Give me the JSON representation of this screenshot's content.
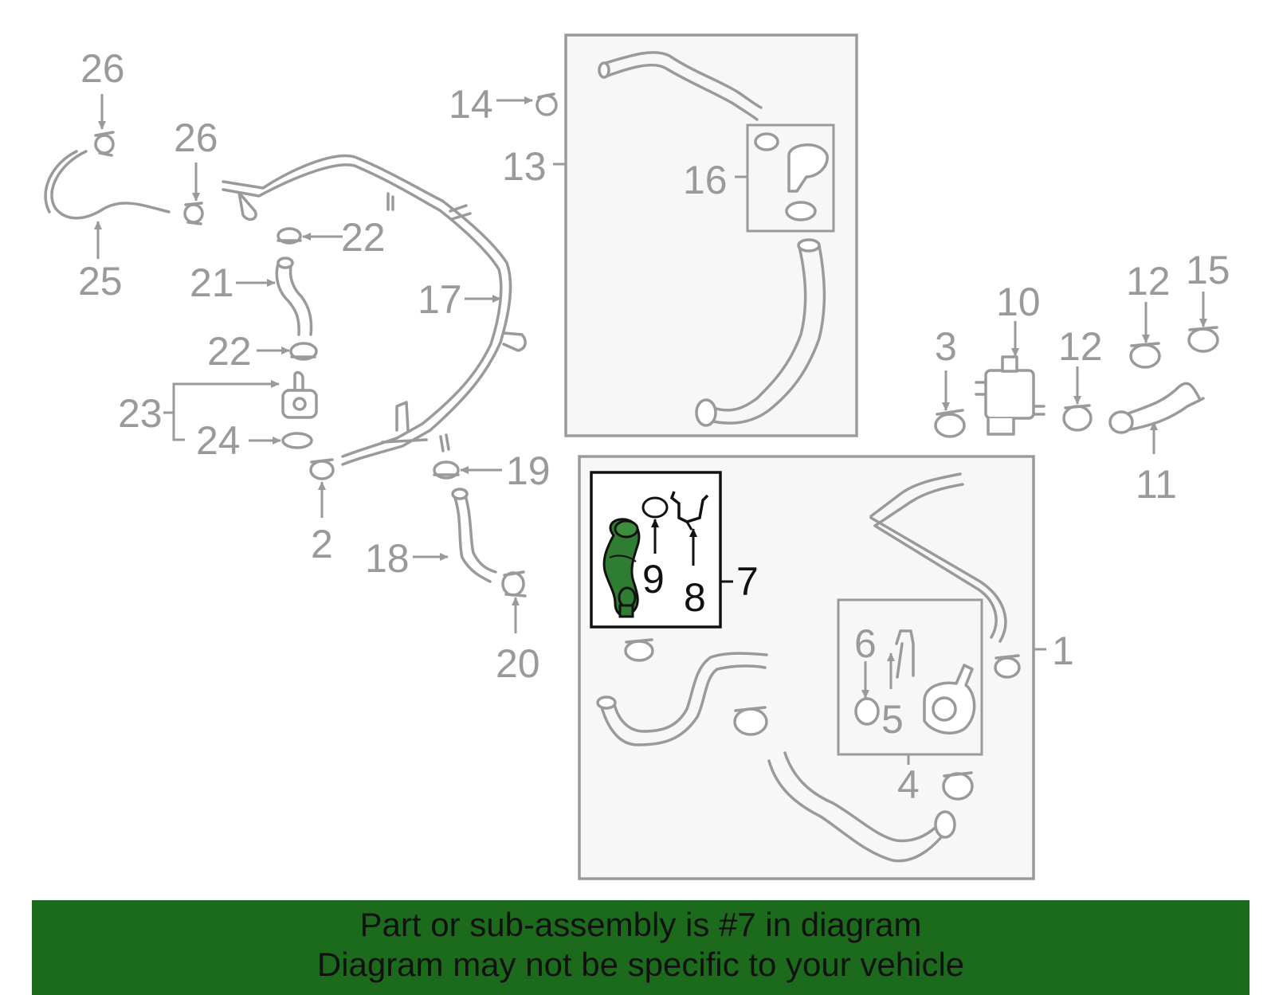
{
  "callouts": {
    "n1": "1",
    "n2": "2",
    "n3": "3",
    "n4": "4",
    "n5": "5",
    "n6": "6",
    "n7": "7",
    "n8": "8",
    "n9": "9",
    "n10": "10",
    "n11": "11",
    "n12a": "12",
    "n12b": "12",
    "n13": "13",
    "n14": "14",
    "n15": "15",
    "n16": "16",
    "n17": "17",
    "n18": "18",
    "n19": "19",
    "n20": "20",
    "n21": "21",
    "n22a": "22",
    "n22b": "22",
    "n23": "23",
    "n24": "24",
    "n25": "25",
    "n26a": "26",
    "n26b": "26"
  },
  "highlight": {
    "part": "7",
    "color": "#2e7d32"
  },
  "banner": {
    "line1": "Part or sub-assembly is #7 in diagram",
    "line2": "Diagram may not be specific to your vehicle",
    "color": "#1c6b1c"
  }
}
